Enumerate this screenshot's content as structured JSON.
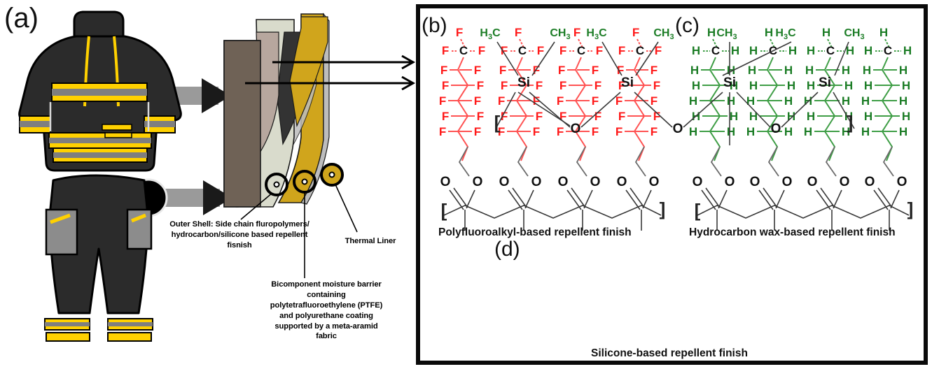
{
  "figure": {
    "panels": [
      {
        "id": "a",
        "label": "(a)"
      },
      {
        "id": "b",
        "label": "(b)"
      },
      {
        "id": "c",
        "label": "(c)"
      },
      {
        "id": "d",
        "label": "(d)"
      }
    ]
  },
  "panel_a": {
    "garments": [
      "firefighter-turnout-jacket",
      "firefighter-turnout-trousers"
    ],
    "colors": {
      "garment_body": "#2b2b2b",
      "garment_outline": "#000000",
      "reflective_yellow": "#ffd100",
      "reflective_grey": "#7f7f7f",
      "pocket_grey": "#8c8c8c",
      "callout_arrow_grey": "#9a9a9a",
      "callout_dot": "#000000"
    },
    "layers": [
      {
        "name": "outer-shell",
        "color": "#6f6256"
      },
      {
        "name": "moisture-barrier",
        "color": "#d9dbcc"
      },
      {
        "name": "thermal-liner",
        "color": "#d0a51c"
      },
      {
        "name": "shell-underside",
        "color": "#b7a79e"
      },
      {
        "name": "liner-underside",
        "color": "#bdbdbd"
      },
      {
        "name": "barrier-shadow",
        "color": "#333333"
      }
    ],
    "annotations": [
      {
        "name": "outer-shell-note",
        "text": "Outer Shell: Side chain fluropolymers/ hydrocarbon/silicone based repellent fisnish"
      },
      {
        "name": "moisture-barrier-note",
        "text": "Bicomponent moisture barrier containing polytetrafluoroethylene (PTFE) and polyurethane coating supported by a meta-aramid fabric"
      },
      {
        "name": "thermal-liner-note",
        "text": "Thermal Liner"
      }
    ],
    "arrows_to_structures": 2
  },
  "panel_b": {
    "caption": "Polyfluoroalkyl-based repellent finish",
    "chain_color": "#ff2020",
    "atom_color": "#ff1a1a",
    "backbone_color": "#555555",
    "atom_top": "F",
    "atom_center": "C",
    "atom_side": "F",
    "ester_atom": "O",
    "bracket_open": "[",
    "bracket_close": "]",
    "n_chains": 4,
    "n_cf2_rows": 5
  },
  "panel_c": {
    "caption": "Hydrocarbon wax-based repellent finish",
    "chain_color": "#2a8c32",
    "atom_color": "#1c7d26",
    "backbone_color": "#555555",
    "atom_top": "H",
    "atom_center": "C",
    "atom_side": "H",
    "ester_atom": "O",
    "bracket_open": "[",
    "bracket_close": "]",
    "n_chains": 4,
    "n_ch2_rows": 5
  },
  "panel_d": {
    "caption": "Silicone-based repellent finish",
    "methyl_color": "#1c7d26",
    "backbone_color": "#333333",
    "si_label": "Si",
    "o_label": "O",
    "methyl_left": "H3C",
    "methyl_right": "CH3",
    "bracket_open": "[",
    "bracket_close": "]",
    "n_si": 4,
    "n_o": 3
  }
}
